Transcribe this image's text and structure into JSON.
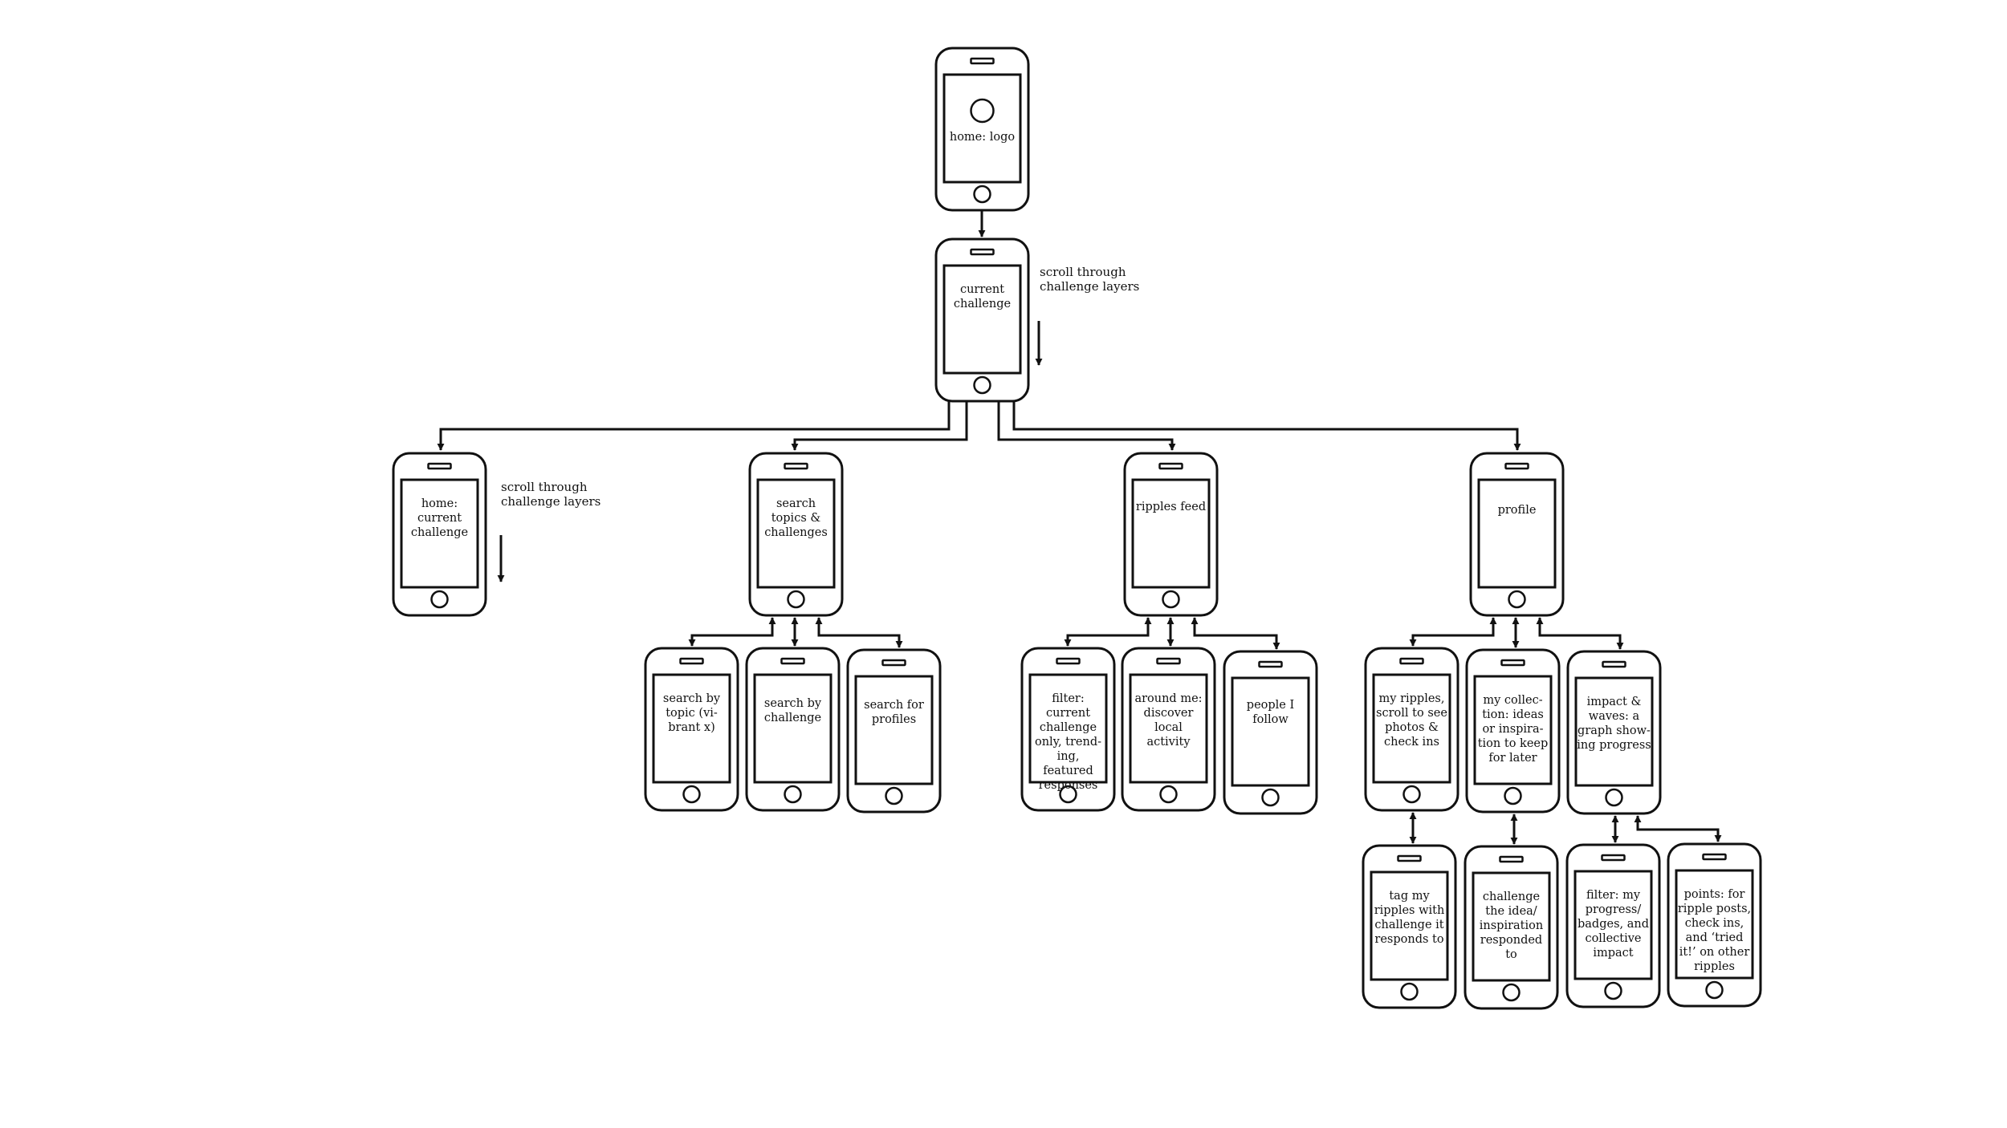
{
  "colors": {
    "stroke": "#111111",
    "background": "#ffffff"
  },
  "notes": [
    "scroll through\nchallenge layers",
    "scroll through\nchallenge layers"
  ],
  "screens": [
    {
      "id": "home-logo",
      "label": "home: logo",
      "has_logo_circle": true
    },
    {
      "id": "current-challenge",
      "label": "current\nchallenge"
    },
    {
      "id": "home-current-challenge",
      "label": "home:\ncurrent\nchallenge"
    },
    {
      "id": "search-topics-challenges",
      "label": "search\ntopics &\nchallenges"
    },
    {
      "id": "ripples-feed",
      "label": "ripples feed"
    },
    {
      "id": "profile",
      "label": "profile"
    },
    {
      "id": "search-by-topic",
      "label": "search by\ntopic (vi-\nbrant x)"
    },
    {
      "id": "search-by-challenge",
      "label": "search by\nchallenge"
    },
    {
      "id": "search-for-profiles",
      "label": "search for\nprofiles"
    },
    {
      "id": "filter-feed",
      "label": "filter:\ncurrent\nchallenge\nonly, trend-\ning, featured\nresponses"
    },
    {
      "id": "around-me",
      "label": "around me:\ndiscover\nlocal\nactivity"
    },
    {
      "id": "people-i-follow",
      "label": "people I\nfollow"
    },
    {
      "id": "my-ripples",
      "label": "my ripples,\nscroll to see\nphotos &\ncheck ins"
    },
    {
      "id": "my-collection",
      "label": "my collec-\ntion: ideas\nor inspira-\ntion to keep\nfor later"
    },
    {
      "id": "impact-waves",
      "label": "impact &\nwaves: a\ngraph show-\ning progress"
    },
    {
      "id": "tag-my-ripples",
      "label": "tag my\nripples with\nchallenge it\nresponds to"
    },
    {
      "id": "challenge-the-idea",
      "label": "challenge\nthe idea/\ninspiration\nresponded\nto"
    },
    {
      "id": "filter-progress",
      "label": "filter: my\nprogress/\nbadges, and\ncollective\nimpact"
    },
    {
      "id": "points",
      "label": "points: for\nripple posts,\ncheck ins,\nand ‘tried\nit!’ on other\nripples"
    }
  ],
  "edges": [
    {
      "from": "home-logo",
      "to": "current-challenge",
      "direction": "forward"
    },
    {
      "from": "current-challenge",
      "to": "home-current-challenge",
      "direction": "forward"
    },
    {
      "from": "current-challenge",
      "to": "search-topics-challenges",
      "direction": "forward"
    },
    {
      "from": "current-challenge",
      "to": "ripples-feed",
      "direction": "forward"
    },
    {
      "from": "current-challenge",
      "to": "profile",
      "direction": "forward"
    },
    {
      "from": "search-topics-challenges",
      "to": "search-by-topic",
      "direction": "both"
    },
    {
      "from": "search-topics-challenges",
      "to": "search-by-challenge",
      "direction": "both"
    },
    {
      "from": "search-topics-challenges",
      "to": "search-for-profiles",
      "direction": "both"
    },
    {
      "from": "ripples-feed",
      "to": "filter-feed",
      "direction": "both"
    },
    {
      "from": "ripples-feed",
      "to": "around-me",
      "direction": "both"
    },
    {
      "from": "ripples-feed",
      "to": "people-i-follow",
      "direction": "both"
    },
    {
      "from": "profile",
      "to": "my-ripples",
      "direction": "both"
    },
    {
      "from": "profile",
      "to": "my-collection",
      "direction": "both"
    },
    {
      "from": "profile",
      "to": "impact-waves",
      "direction": "both"
    },
    {
      "from": "my-ripples",
      "to": "tag-my-ripples",
      "direction": "both"
    },
    {
      "from": "my-collection",
      "to": "challenge-the-idea",
      "direction": "both"
    },
    {
      "from": "impact-waves",
      "to": "filter-progress",
      "direction": "both"
    },
    {
      "from": "impact-waves",
      "to": "points",
      "direction": "both"
    }
  ]
}
